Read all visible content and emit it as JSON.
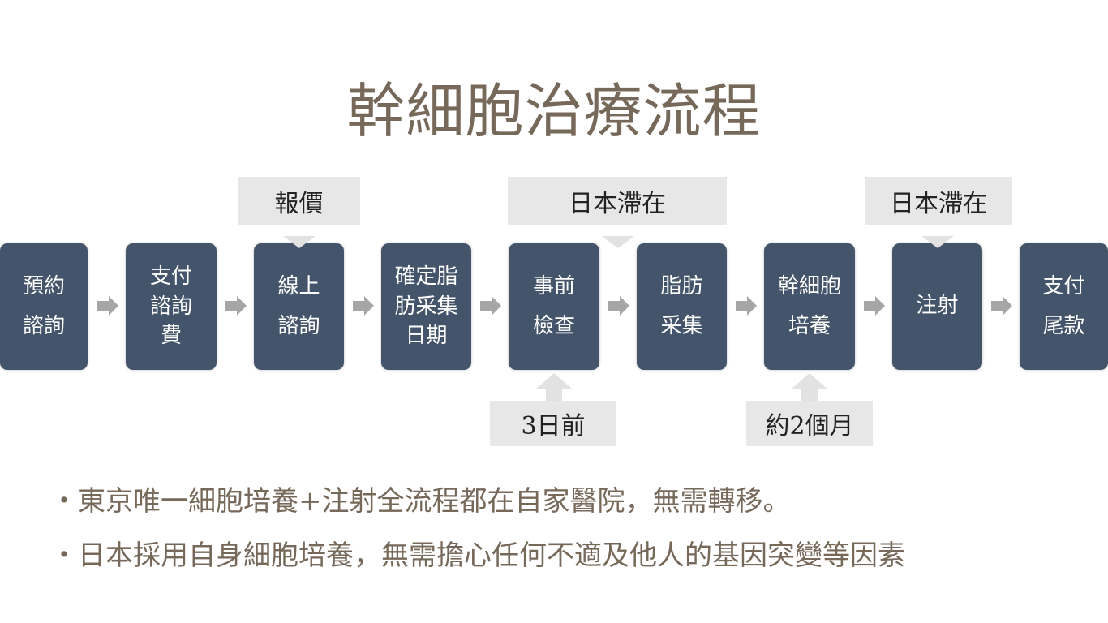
{
  "title": "幹細胞治療流程",
  "steps": [
    {
      "lines": [
        "預約",
        "諮詢"
      ]
    },
    {
      "lines": [
        "支付",
        "諮詢",
        "費"
      ]
    },
    {
      "lines": [
        "線上",
        "諮詢"
      ]
    },
    {
      "lines": [
        "確定脂",
        "肪采集",
        "日期"
      ]
    },
    {
      "lines": [
        "事前",
        "檢查"
      ]
    },
    {
      "lines": [
        "脂肪",
        "采集"
      ]
    },
    {
      "lines": [
        "幹細胞",
        "培養"
      ]
    },
    {
      "lines": [
        "注射"
      ]
    },
    {
      "lines": [
        "支付",
        "尾款"
      ]
    }
  ],
  "callouts_top": [
    "報價",
    "日本滯在",
    "日本滯在"
  ],
  "callouts_bottom": [
    "3日前",
    "約2個月"
  ],
  "bullets": [
    "・東京唯一細胞培養+注射全流程都在自家醫院，無需轉移。",
    "・日本採用自身細胞培養，無需擔心任何不適及他人的基因突變等因素"
  ],
  "colors": {
    "box": "#44546a",
    "arrow": "#a6a6a6",
    "callout": "#e7e7e7",
    "text": "#76695a"
  }
}
